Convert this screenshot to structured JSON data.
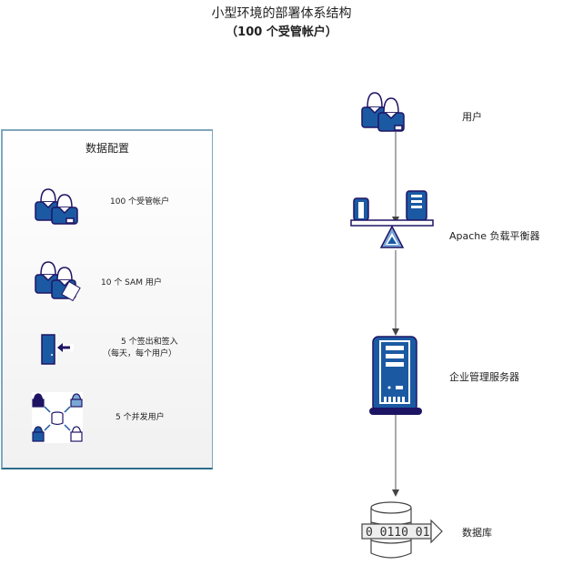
{
  "title": {
    "line1": "小型环境的部署体系结构",
    "line2": "（100 个受管帐户）"
  },
  "config_panel": {
    "title": "数据配置",
    "items": [
      {
        "icon": "users-icon",
        "text": "100 个受管帐户"
      },
      {
        "icon": "sam-users-icon",
        "text": "10 个 SAM 用户"
      },
      {
        "icon": "door-checkin-icon",
        "text": "5 个签出和签入",
        "subtext": "（每天，每个用户）"
      },
      {
        "icon": "concurrent-users-icon",
        "text": "5 个并发用户"
      }
    ]
  },
  "flow": {
    "nodes": [
      {
        "icon": "users-icon",
        "label": "用户"
      },
      {
        "icon": "load-balancer-icon",
        "label": "Apache  负载平衡器"
      },
      {
        "icon": "server-icon",
        "label": "企业管理服务器"
      },
      {
        "icon": "database-icon",
        "label": "数据库",
        "binary": "0 0110 01"
      }
    ]
  },
  "colors": {
    "blue": "#1b5aa3",
    "dark_navy": "#1e1464",
    "light_blue": "#7aa8d6",
    "panel_border": "#7fa7bd",
    "arrow": "#555555"
  }
}
